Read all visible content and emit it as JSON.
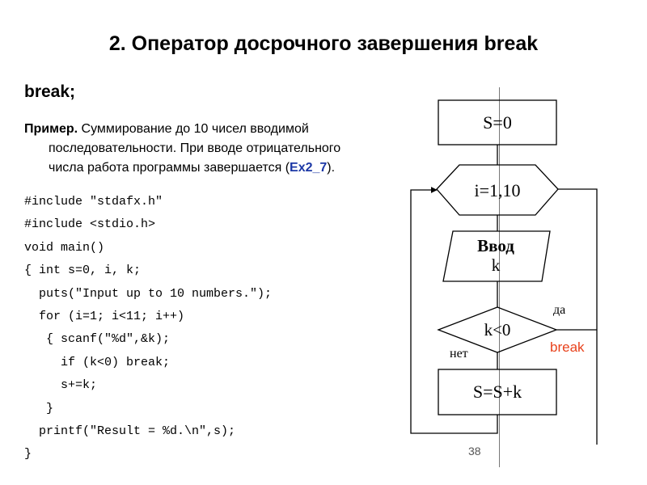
{
  "title": "2. Оператор досрочного завершения break",
  "statement": "break;",
  "example": {
    "label": "Пример.",
    "line1": "Суммирование до 10 чисел вводимой",
    "line2": "последовательности. При вводе отрицательного",
    "line3_start": "числа работа программы завершается (",
    "ref": "Ex2_7",
    "line3_end": ")."
  },
  "code": [
    "#include \"stdafx.h\"",
    "#include <stdio.h>",
    "void main()",
    "{ int s=0, i, k;",
    "  puts(\"Input up to 10 numbers.\");",
    "  for (i=1; i<11; i++)",
    "   { scanf(\"%d\",&k);",
    "     if (k<0) break;",
    "     s+=k;",
    "   }",
    "  printf(\"Result = %d.\\n\",s);",
    "}"
  ],
  "flowchart": {
    "init": "S=0",
    "loop": "i=1,10",
    "input_line1": "Ввод",
    "input_line2": "k",
    "condition": "k<0",
    "yes_label": "да",
    "no_label": "нет",
    "break_label": "break",
    "body": "S=S+k"
  },
  "page_number": "38",
  "colors": {
    "accent": "#1c38a6",
    "break_text": "#e8421c"
  }
}
